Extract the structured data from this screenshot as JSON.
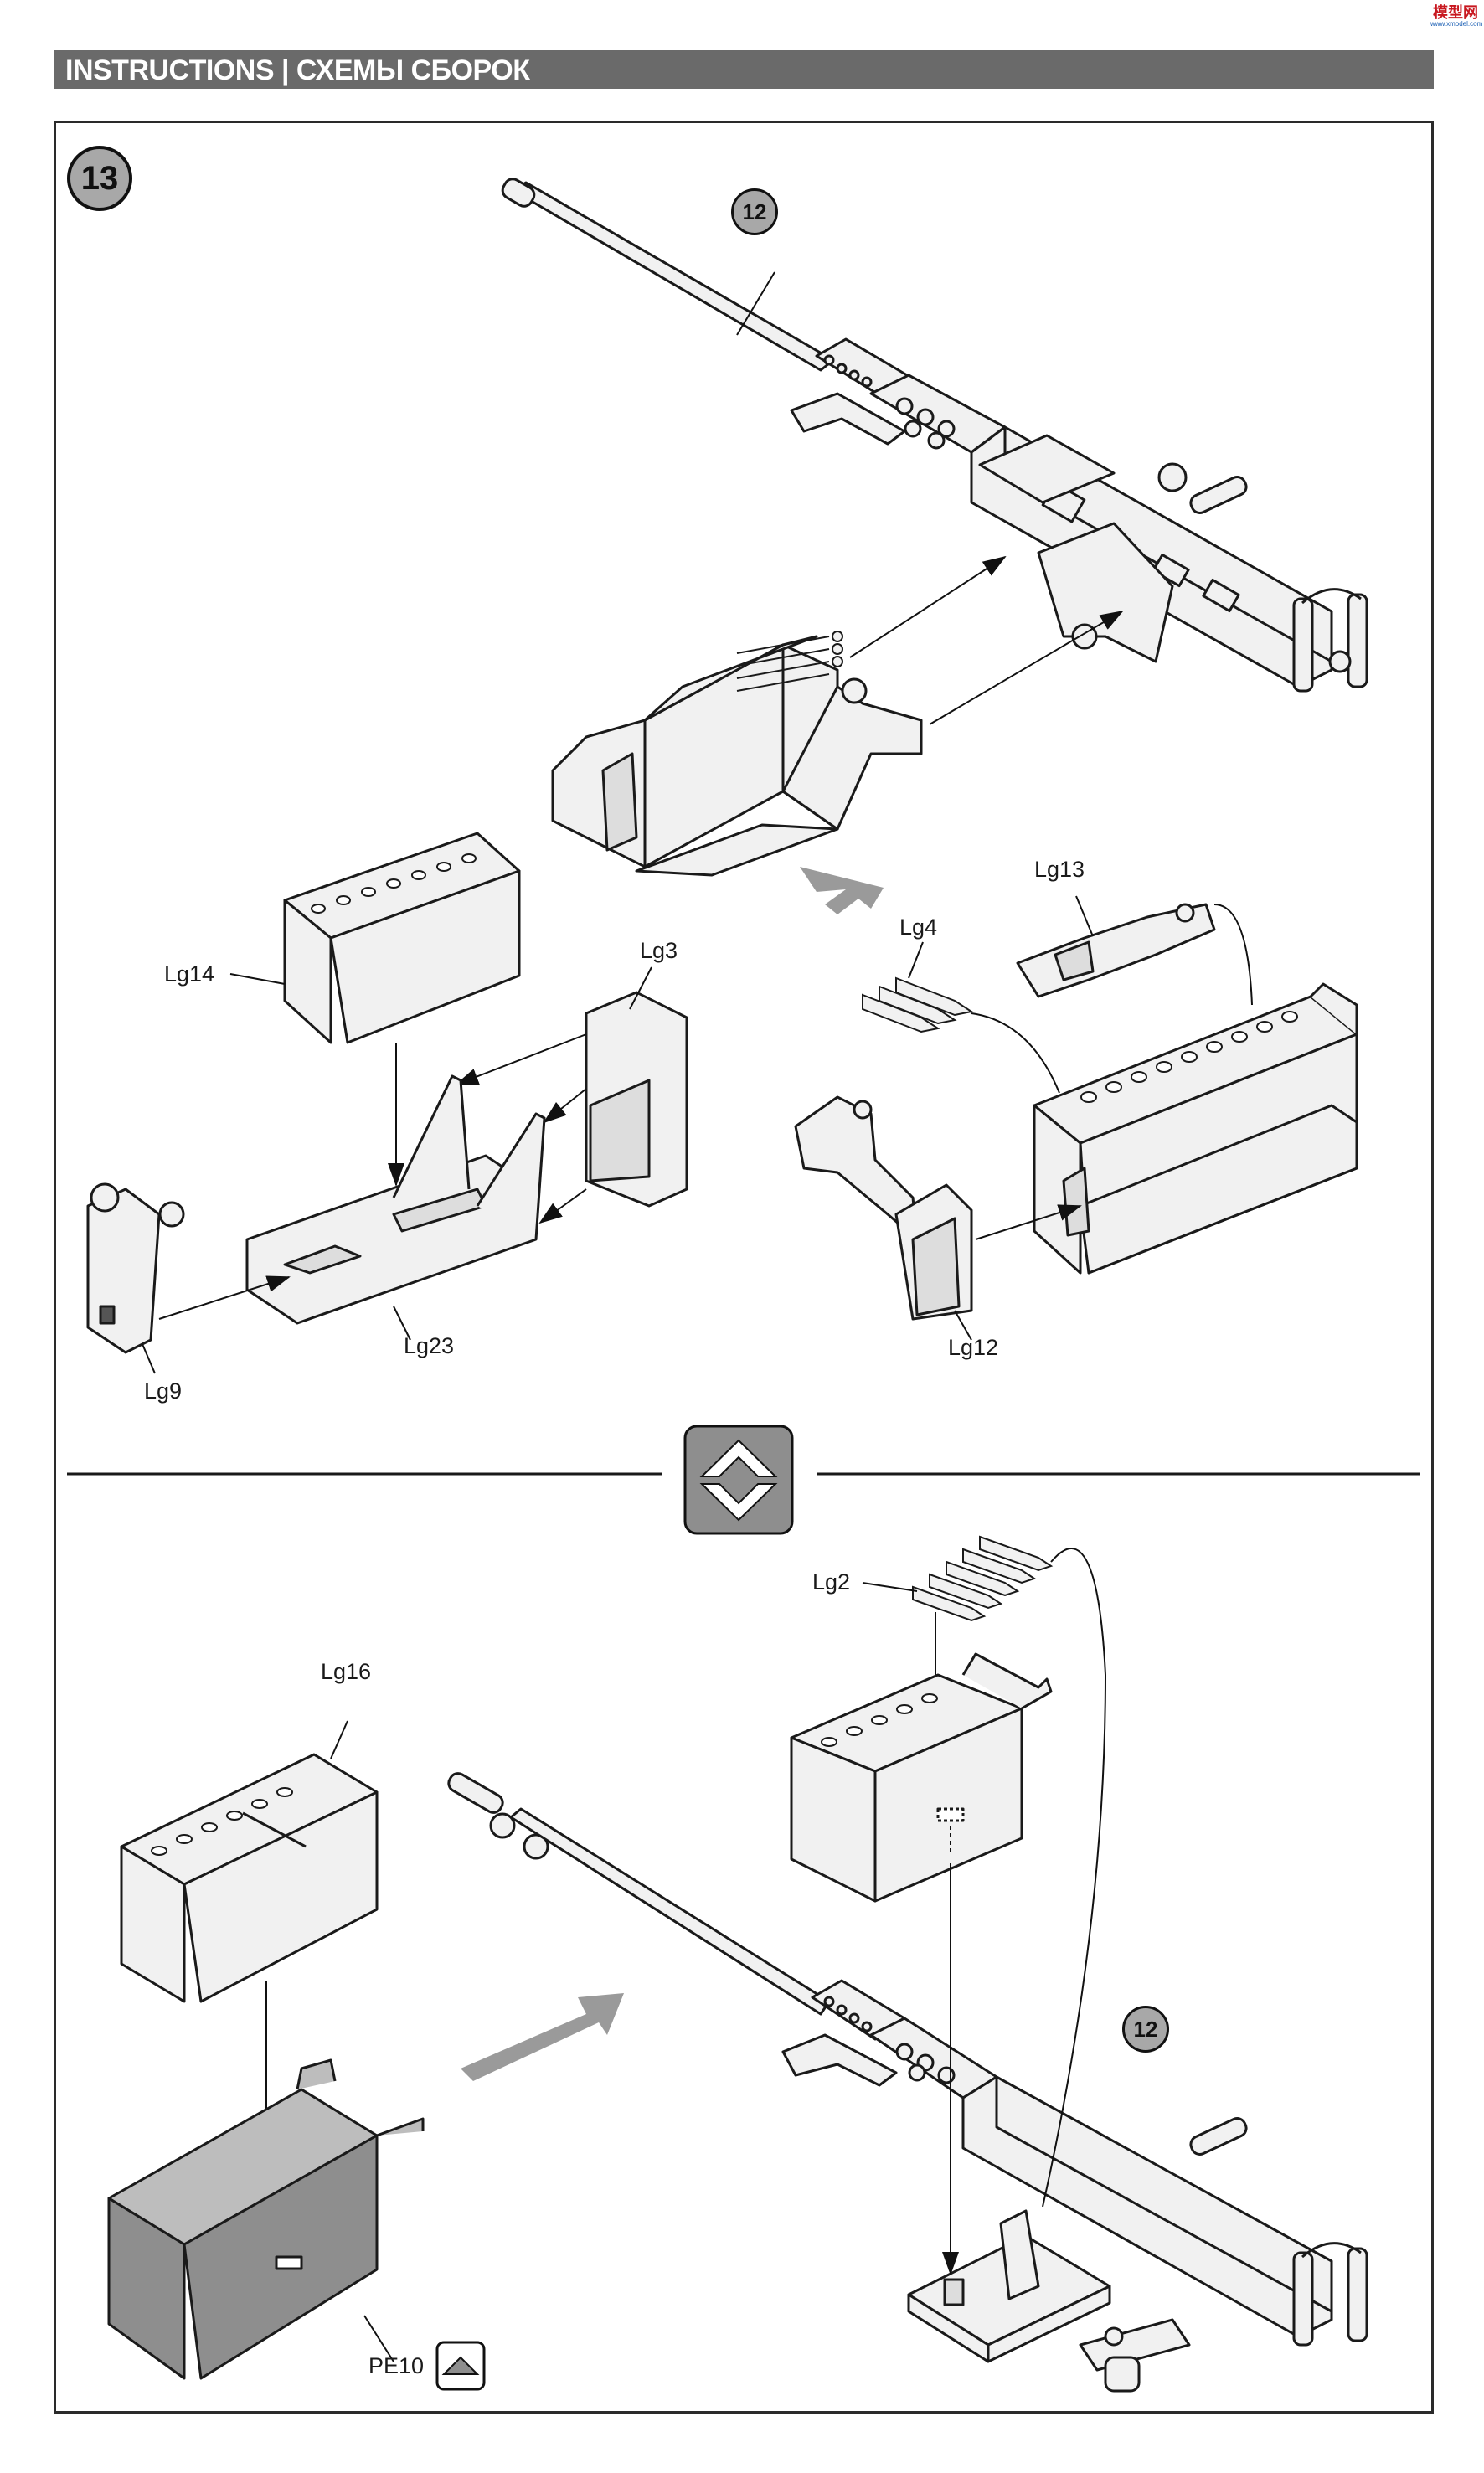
{
  "watermark": {
    "main": "模型网",
    "sub": "www.xmodel.com"
  },
  "header": {
    "title": "INSTRUCTIONS | СХЕМЫ СБОРОК"
  },
  "step": {
    "number": "13"
  },
  "subassembly_refs": {
    "top": "12",
    "bottom": "12"
  },
  "parts": {
    "lg14": "Lg14",
    "lg3": "Lg3",
    "lg9": "Lg9",
    "lg23": "Lg23",
    "lg4": "Lg4",
    "lg13": "Lg13",
    "lg12": "Lg12",
    "lg2": "Lg2",
    "lg16": "Lg16",
    "pe10": "PE10"
  },
  "colors": {
    "header_bar": "#6a6a6a",
    "step_badge": "#a8a8a8",
    "part_fill": "#f1f1f1",
    "pe_fill": "#8e8e8e",
    "arrow": "#9a9a9a"
  }
}
